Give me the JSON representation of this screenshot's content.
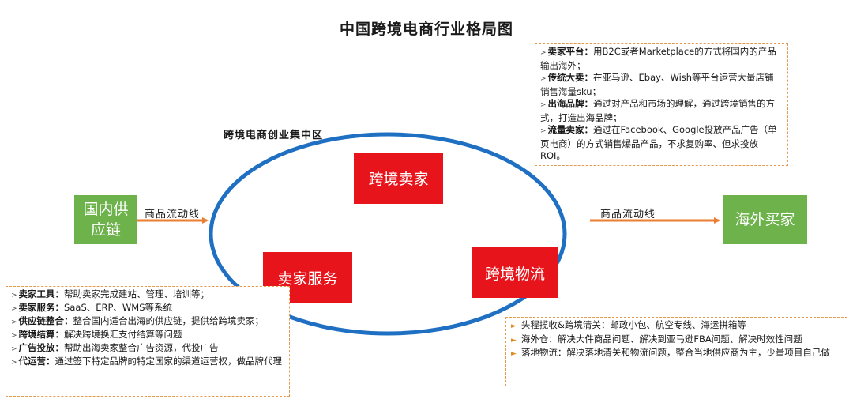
{
  "title": "中国跨境电商行业格局图",
  "zone_label": "跨境电商创业集中区",
  "left_node": "国内供应链",
  "right_node": "海外买家",
  "flow_label_left": "商品流动线",
  "flow_label_right": "商品流动线",
  "center_nodes": {
    "sellers": "跨境卖家",
    "services": "卖家服务",
    "logistics": "跨境物流"
  },
  "colors": {
    "green": "#6db24b",
    "red": "#e8141b",
    "ellipse": "#1f6fc2",
    "arrow": "#ed7d31",
    "dash": "#e39a4c"
  },
  "seller_notes": [
    {
      "term": "卖家平台：",
      "text": "用B2C或者Marketplace的方式将国内的产品输出海外；"
    },
    {
      "term": "传统大卖：",
      "text": "在亚马逊、Ebay、Wish等平台运营大量店铺销售海量sku；"
    },
    {
      "term": "出海品牌：",
      "text": "通过对产品和市场的理解，通过跨境销售的方式，打造出海品牌；"
    },
    {
      "term": "流量卖家：",
      "text": "通过在Facebook、Google投放产品广告（单页电商）的方式销售爆品产品，不求复购率、但求投放ROI。"
    }
  ],
  "service_notes": [
    {
      "term": "卖家工具：",
      "text": "帮助卖家完成建站、管理、培训等；"
    },
    {
      "term": "卖家服务：",
      "text": "SaaS、ERP、WMS等系统"
    },
    {
      "term": "供应链整合：",
      "text": "整合国内适合出海的供应链，提供给跨境卖家；"
    },
    {
      "term": "跨境结算：",
      "text": "解决跨境换汇支付结算等问题"
    },
    {
      "term": "广告投放：",
      "text": "帮助出海卖家整合广告资源，代投广告"
    },
    {
      "term": "代运营：",
      "text": "通过签下特定品牌的特定国家的渠道运营权，做品牌代理"
    }
  ],
  "logistics_notes": [
    {
      "text": "头程揽收&跨境清关：邮政小包、航空专线、海运拼箱等"
    },
    {
      "text": "海外仓：解决大件商品问题、解决到亚马逊FBA问题、解决时效性问题"
    },
    {
      "text": "落地物流：解决落地清关和物流问题，整合当地供应商为主，少量项目自己做"
    }
  ]
}
